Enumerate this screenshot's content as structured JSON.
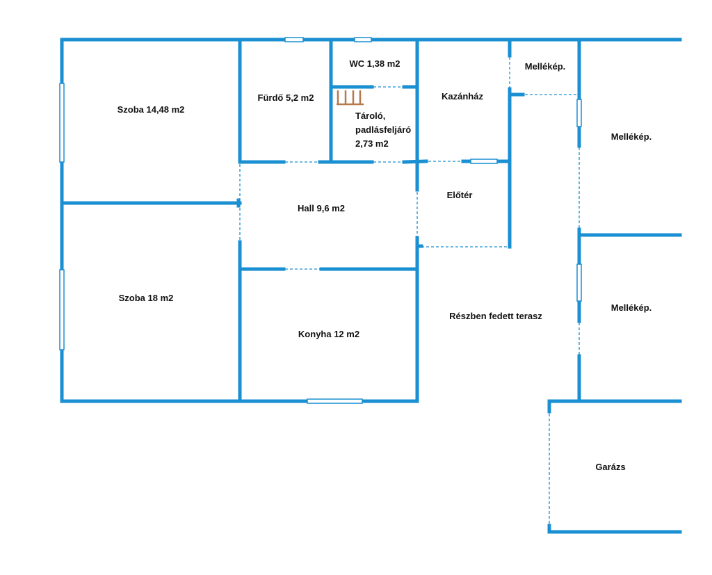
{
  "colors": {
    "wall": "#1a8fd2",
    "stair": "#b5784a"
  },
  "rooms": {
    "szoba1": "Szoba 14,48 m2",
    "furdo": "Fürdő 5,2 m2",
    "wc": "WC 1,38 m2",
    "tarolo_1": "Tároló,",
    "tarolo_2": "padlásfeljáró",
    "tarolo_3": "2,73 m2",
    "kazanhaz": "Kazánház",
    "mellekep1": "Mellékép.",
    "mellekep2": "Mellékép.",
    "mellekep3": "Mellékép.",
    "hall": "Hall 9,6 m2",
    "eloter": "Előtér",
    "szoba2": "Szoba 18 m2",
    "konyha": "Konyha 12 m2",
    "terasz": "Részben fedett terasz",
    "garazs": "Garázs"
  }
}
